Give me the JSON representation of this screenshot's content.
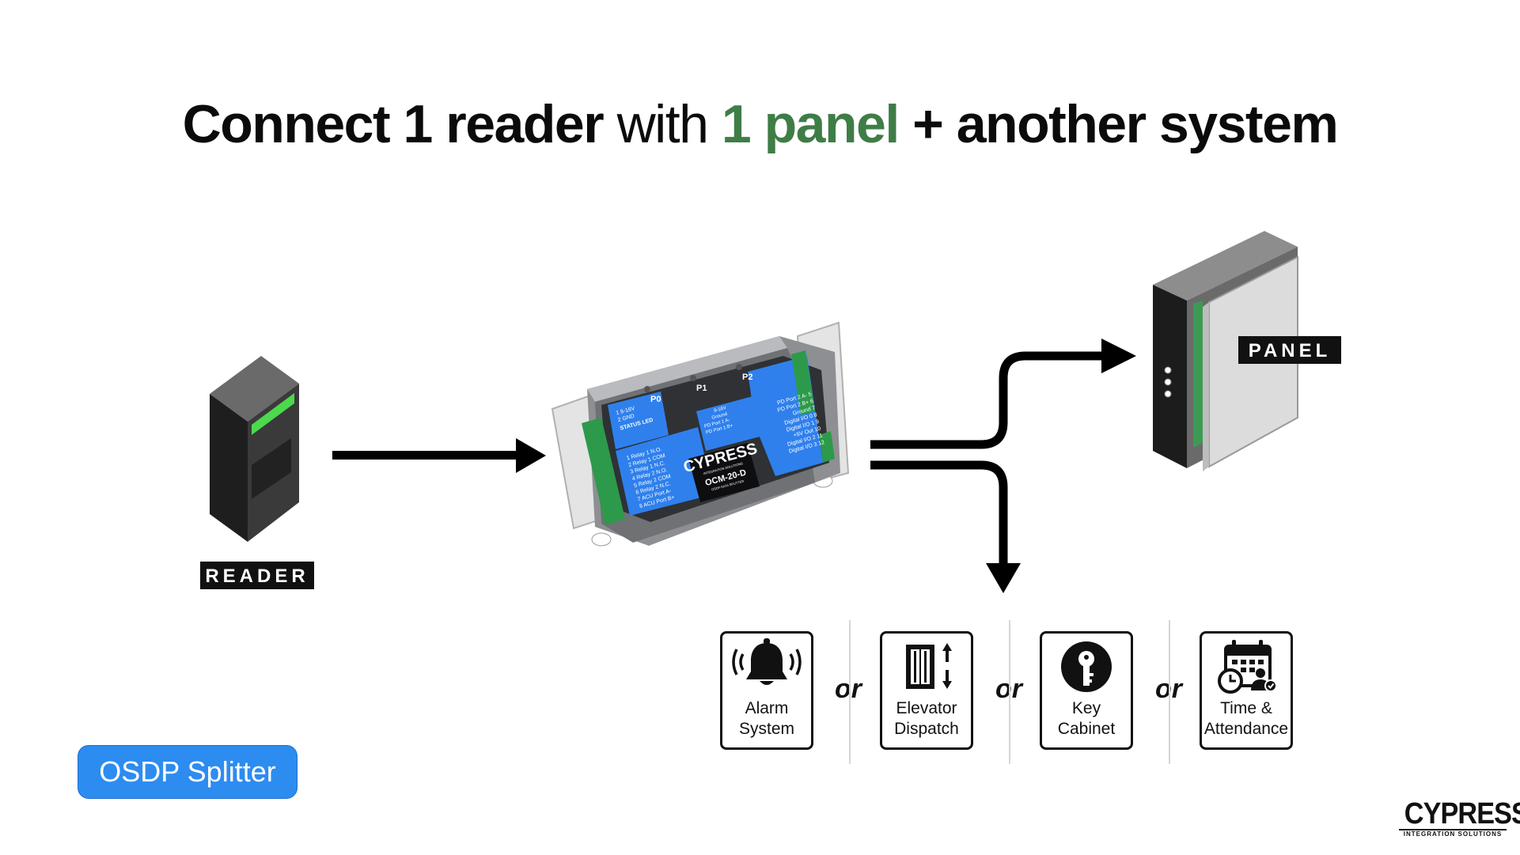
{
  "title": {
    "part1": "Connect 1 reader",
    "part2": " with ",
    "part3": "1 panel",
    "part4": " + another system"
  },
  "colors": {
    "accent_green": "#3f7d47",
    "badge_blue": "#2d8cf0",
    "device_blue": "#2f80ed"
  },
  "reader": {
    "label": "READER"
  },
  "panel": {
    "label": "PANEL"
  },
  "device": {
    "brand": "CYPRESS",
    "brand_sub": "INTEGRATION SOLUTIONS",
    "model": "OCM-20-D",
    "model_sub": "OSDP DATA SPLITTER",
    "status_led": "STATUS LED",
    "ports": [
      "P0",
      "P1",
      "P2"
    ],
    "left_power": [
      "1  8-16V",
      "2  GND"
    ],
    "left_terminals": [
      "1  Relay 1 N.O.",
      "2  Relay 1 COM",
      "3  Relay 1 N.C.",
      "4  Relay 2 N.O.",
      "5  Relay 2 COM",
      "6  Relay 2 N.C.",
      "7  ACU Port A-",
      "8  ACU Port B+"
    ],
    "right_top": [
      "8-16V",
      "Ground",
      "PD Port 1 A-",
      "PD Port 1 B+"
    ],
    "right_terminals": [
      "PD Port 2 A-  5",
      "PD Port 2 B+  6",
      "Ground  7",
      "Digital I/O 0  8",
      "Digital I/O 1  9",
      "+5V Out  10",
      "Digital I/O 2  11",
      "Digital I/O 3  12"
    ]
  },
  "options": [
    {
      "label": "Alarm\nSystem",
      "icon": "alarm-bell-icon"
    },
    {
      "label": "Elevator\nDispatch",
      "icon": "elevator-icon"
    },
    {
      "label": "Key\nCabinet",
      "icon": "key-icon"
    },
    {
      "label": "Time &\nAttendance",
      "icon": "calendar-clock-icon"
    }
  ],
  "or_text": "or",
  "badge": {
    "label": "OSDP Splitter"
  },
  "logo": {
    "name": "CYPRESS",
    "sub": "INTEGRATION SOLUTIONS"
  }
}
